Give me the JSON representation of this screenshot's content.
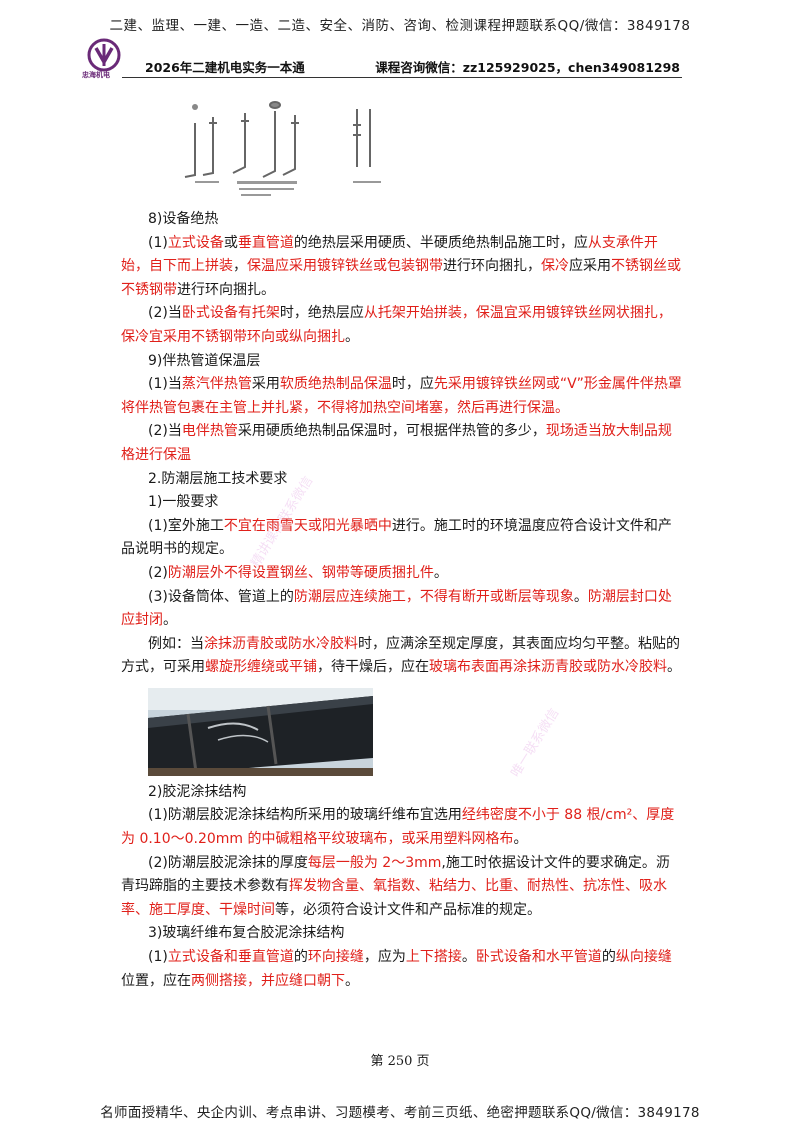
{
  "banner": {
    "top": "二建、监理、一建、一造、二造、安全、消防、咨询、检测课程押题联系QQ/微信：3849178",
    "bottom": "名师面授精华、央企内训、考点串讲、习题模考、考前三页纸、绝密押题联系QQ/微信：3849178"
  },
  "header": {
    "logo_text": "忠海机电",
    "title": "2026年二建机电实务一本通",
    "contact": "课程咨询微信：zz125929025，chen349081298"
  },
  "watermarks": [
    "精讲课程联系微信",
    "唯一联系微信"
  ],
  "content": {
    "s8_title": "8)设备绝热",
    "p8_1": {
      "a": "(1)",
      "b": "立式设备",
      "c": "或",
      "d": "垂直管道",
      "e": "的绝热层采用硬质、半硬质绝热制品施工时，应",
      "f": "从支承件开始，自下而上拼装",
      "g": "，",
      "h": "保温应采用镀锌铁丝或包装钢带",
      "i": "进行环向捆扎，",
      "j": "保冷",
      "k": "应采用",
      "l": "不锈钢丝或不锈钢带",
      "m": "进行环向捆扎。"
    },
    "p8_2": {
      "a": "(2)当",
      "b": "卧式设备有托架",
      "c": "时，绝热层应",
      "d": "从托架开始拼装，保温宜采用镀锌铁丝网状捆扎，保冷宜采用不锈钢带环向或纵向捆扎",
      "e": "。"
    },
    "s9_title": "9)伴热管道保温层",
    "p9_1": {
      "a": "(1)当",
      "b": "蒸汽伴热管",
      "c": "采用",
      "d": "软质绝热制品保温",
      "e": "时，应",
      "f": "先采用镀锌铁丝网或“V”形金属件伴热罩将伴热管包裹在主管上并扎紧，不得将加热空间堵塞，然后再进行保温。"
    },
    "p9_2": {
      "a": "(2)当",
      "b": "电伴热管",
      "c": "采用硬质绝热制品保温时，可根据伴热管的多少，",
      "d": "现场适当放大制品规格进行保温"
    },
    "s2_title": "2.防潮层施工技术要求",
    "s2_1_title": "1)一般要求",
    "p2_1": {
      "a": "(1)室外施工",
      "b": "不宜在雨雪天或阳光暴晒中",
      "c": "进行。施工时的环境温度应符合设计文件和产品说明书的规定。"
    },
    "p2_2": {
      "a": "(2)",
      "b": "防潮层外不得设置钢丝、钢带等硬质捆扎件",
      "c": "。"
    },
    "p2_3": {
      "a": "(3)设备筒体、管道上的",
      "b": "防潮层应连续施工，不得有断开或断层等现象",
      "c": "。",
      "d": "防潮层封口处应封闭",
      "e": "。"
    },
    "p_example": {
      "a": "例如：当",
      "b": "涂抹沥青胶或防水冷胶料",
      "c": "时，应满涂至规定厚度，其表面应均匀平整。粘贴的方式，可采用",
      "d": "螺旋形缠绕或平铺",
      "e": "，待干燥后，应在",
      "f": "玻璃布表面再涂抹沥青胶或防水冷胶料",
      "g": "。"
    },
    "s2_2_title": "2)胶泥涂抹结构",
    "p22_1": {
      "a": "(1)防潮层胶泥涂抹结构所采用的玻璃纤维布宜选用",
      "b": "经纬密度不小于 88 根/cm²、厚度为 0.10～0.20mm 的中碱粗格平纹玻璃布，或采用塑料网格布",
      "c": "。"
    },
    "p22_2": {
      "a": "(2)防潮层胶泥涂抹的厚度",
      "b": "每层一般为 2～3mm",
      "c": ",施工时依据设计文件的要求确定。沥青玛蹄脂的主要技术参数有",
      "d": "挥发物含量、氧指数、粘结力、比重、耐热性、抗冻性、吸水率、施工厚度、干燥时间",
      "e": "等，必须符合设计文件和产品标准的规定。"
    },
    "s2_3_title": "3)玻璃纤维布复合胶泥涂抹结构",
    "p23_1": {
      "a": "(1)",
      "b": "立式设备和垂直管道",
      "c": "的",
      "d": "环向接缝",
      "e": "，应为",
      "f": "上下搭接",
      "g": "。",
      "h": "卧式设备和水平管道",
      "i": "的",
      "j": "纵向接缝",
      "k": "位置，应在",
      "l": "两侧搭接，并应缝口朝下",
      "m": "。"
    }
  },
  "page_number": "第 250 页",
  "colors": {
    "highlight": "#e0201a",
    "text": "#1a1a1a",
    "logo": "#6a2a78"
  }
}
